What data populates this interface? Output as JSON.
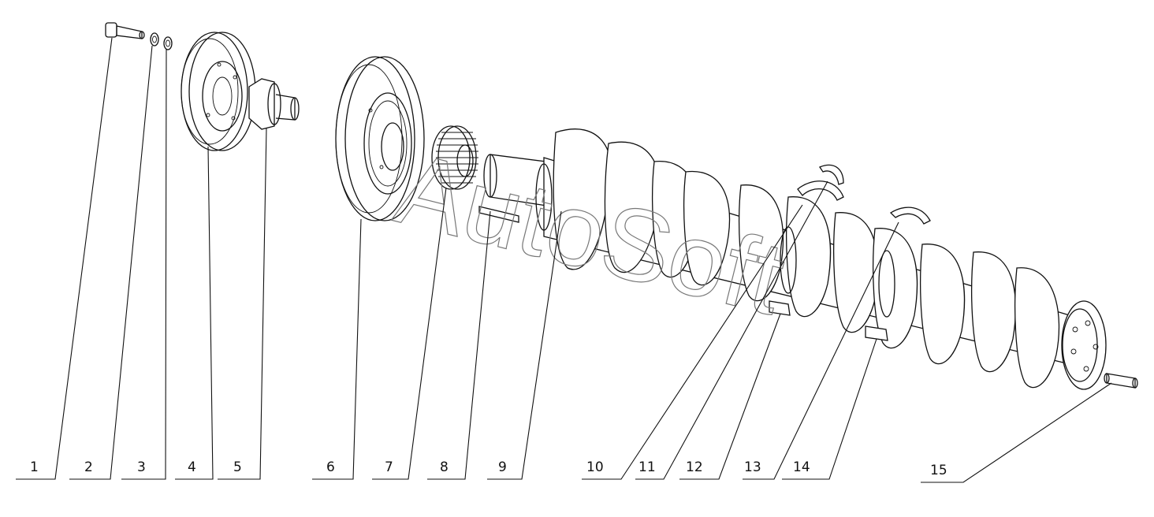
{
  "watermark": "AutoSoft",
  "callouts": [
    {
      "id": "1",
      "label": "1"
    },
    {
      "id": "2",
      "label": "2"
    },
    {
      "id": "3",
      "label": "3"
    },
    {
      "id": "4",
      "label": "4"
    },
    {
      "id": "5",
      "label": "5"
    },
    {
      "id": "6",
      "label": "6"
    },
    {
      "id": "7",
      "label": "7"
    },
    {
      "id": "8",
      "label": "8"
    },
    {
      "id": "9",
      "label": "9"
    },
    {
      "id": "10",
      "label": "10"
    },
    {
      "id": "11",
      "label": "11"
    },
    {
      "id": "12",
      "label": "12"
    },
    {
      "id": "13",
      "label": "13"
    },
    {
      "id": "14",
      "label": "14"
    },
    {
      "id": "15",
      "label": "15"
    }
  ]
}
